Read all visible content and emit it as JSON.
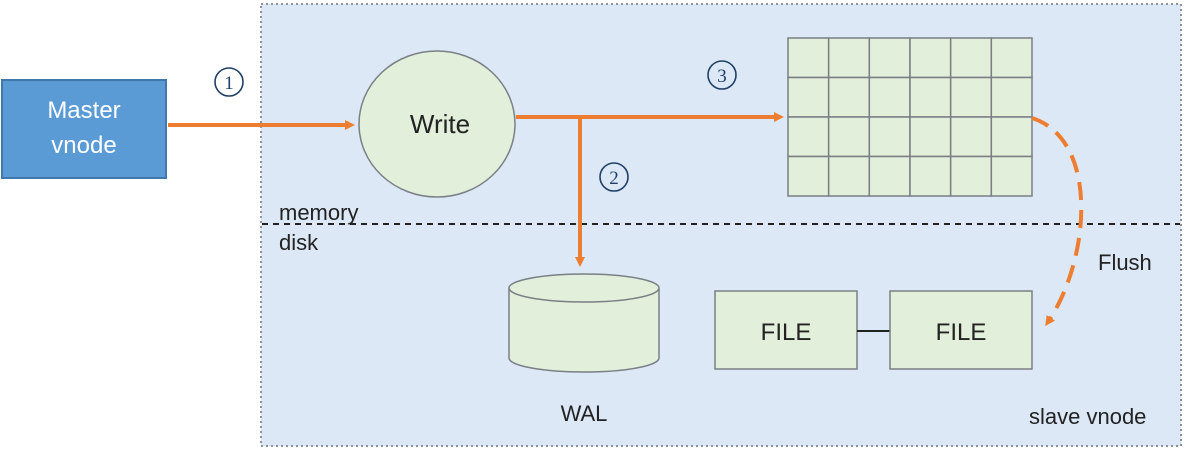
{
  "master": {
    "label_line1": "Master",
    "label_line2": "vnode"
  },
  "write": {
    "label": "Write"
  },
  "steps": {
    "one": "1",
    "two": "2",
    "three": "3"
  },
  "layers": {
    "memory": "memory",
    "disk": "disk"
  },
  "wal": {
    "label": "WAL"
  },
  "files": {
    "left": "FILE",
    "right": "FILE"
  },
  "flush": {
    "label": "Flush"
  },
  "slave": {
    "label": "slave vnode"
  },
  "memtable": {
    "rows": 4,
    "cols": 6
  },
  "colors": {
    "panel_fill": "#dce8f5",
    "panel_border": "#8a929c",
    "master_fill": "#5b9bd5",
    "master_border": "#3f78ad",
    "node_fill": "#e2efda",
    "node_border": "#7a7f85",
    "arrow": "#ed7d31",
    "step_number": "#1f3f66"
  }
}
